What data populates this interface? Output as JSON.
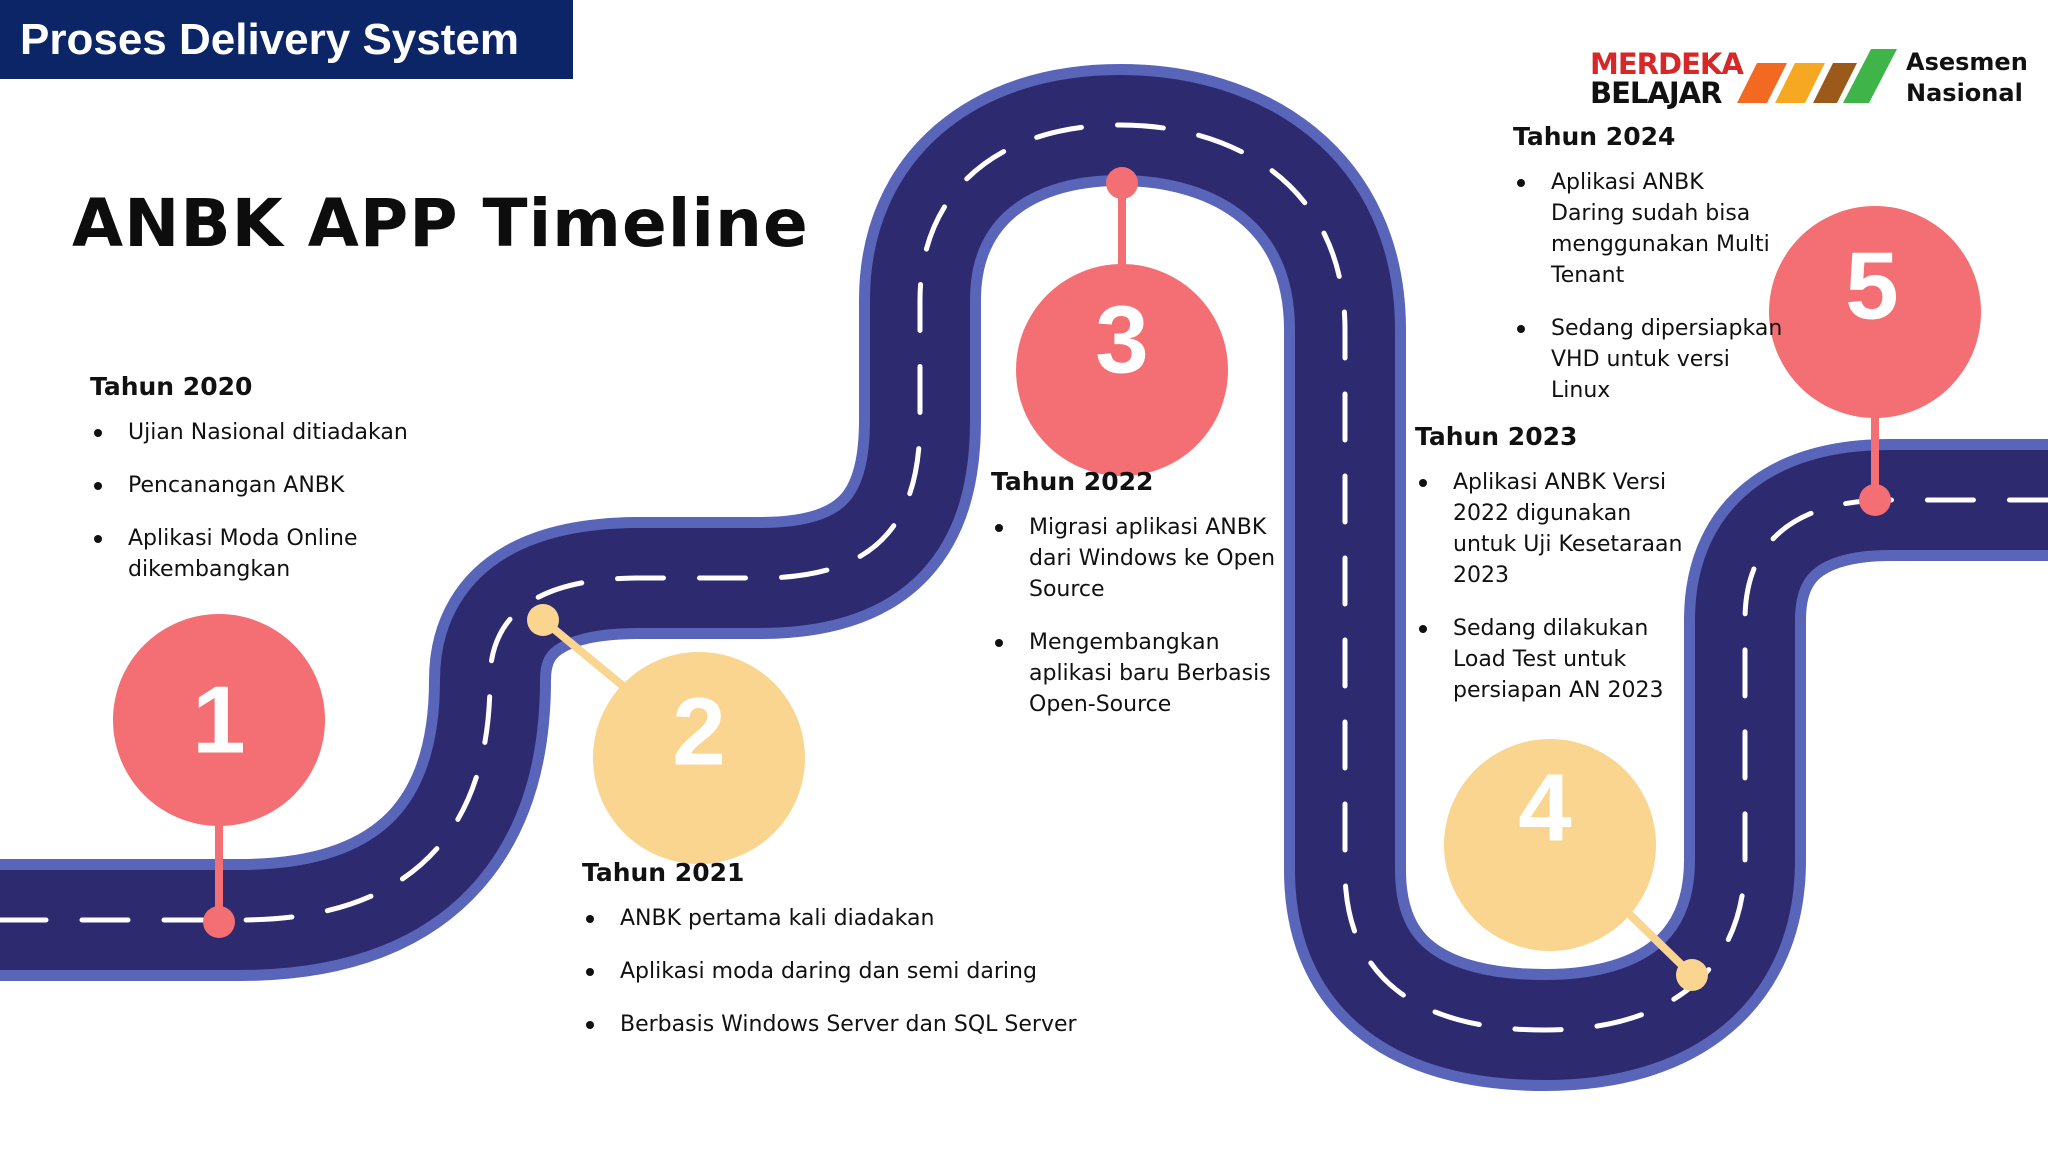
{
  "header": {
    "section_title": "Proses Delivery System"
  },
  "main_title": "ANBK APP Timeline",
  "logo": {
    "merdeka_line1": "MERDEKA",
    "merdeka_line2": "BELAJAR",
    "asesmen_line1": "Asesmen",
    "asesmen_line2": "Nasional"
  },
  "milestones": [
    {
      "number": "1",
      "year": "Tahun 2020",
      "items": [
        "Ujian Nasional ditiadakan",
        "Pencanangan ANBK",
        "Aplikasi Moda Online dikembangkan"
      ]
    },
    {
      "number": "2",
      "year": "Tahun 2021",
      "items": [
        "ANBK pertama kali diadakan",
        "Aplikasi moda daring dan semi daring",
        "Berbasis Windows Server dan SQL Server"
      ]
    },
    {
      "number": "3",
      "year": "Tahun 2022",
      "items": [
        "Migrasi aplikasi ANBK dari Windows ke Open Source",
        "Mengembangkan aplikasi baru Berbasis Open-Source"
      ]
    },
    {
      "number": "4",
      "year": "Tahun 2023",
      "items": [
        "Aplikasi ANBK Versi 2022 digunakan untuk Uji Kesetaraan 2023",
        "Sedang dilakukan Load Test untuk persiapan AN 2023"
      ]
    },
    {
      "number": "5",
      "year": "Tahun 2024",
      "items": [
        "Aplikasi ANBK Daring sudah bisa menggunakan Multi Tenant",
        "Sedang dipersiapkan VHD untuk versi Linux"
      ]
    }
  ],
  "colors": {
    "road_outer": "#5865b8",
    "road_inner": "#2e2a70",
    "marker_red": "#f36f73",
    "marker_yellow": "#f9d590",
    "header_bg": "#0b2566",
    "logo_red": "#d62828",
    "logo_orange": "#f26a21",
    "logo_yellow": "#f7a823",
    "logo_brown": "#9c5a1a",
    "logo_green": "#3fb549"
  }
}
